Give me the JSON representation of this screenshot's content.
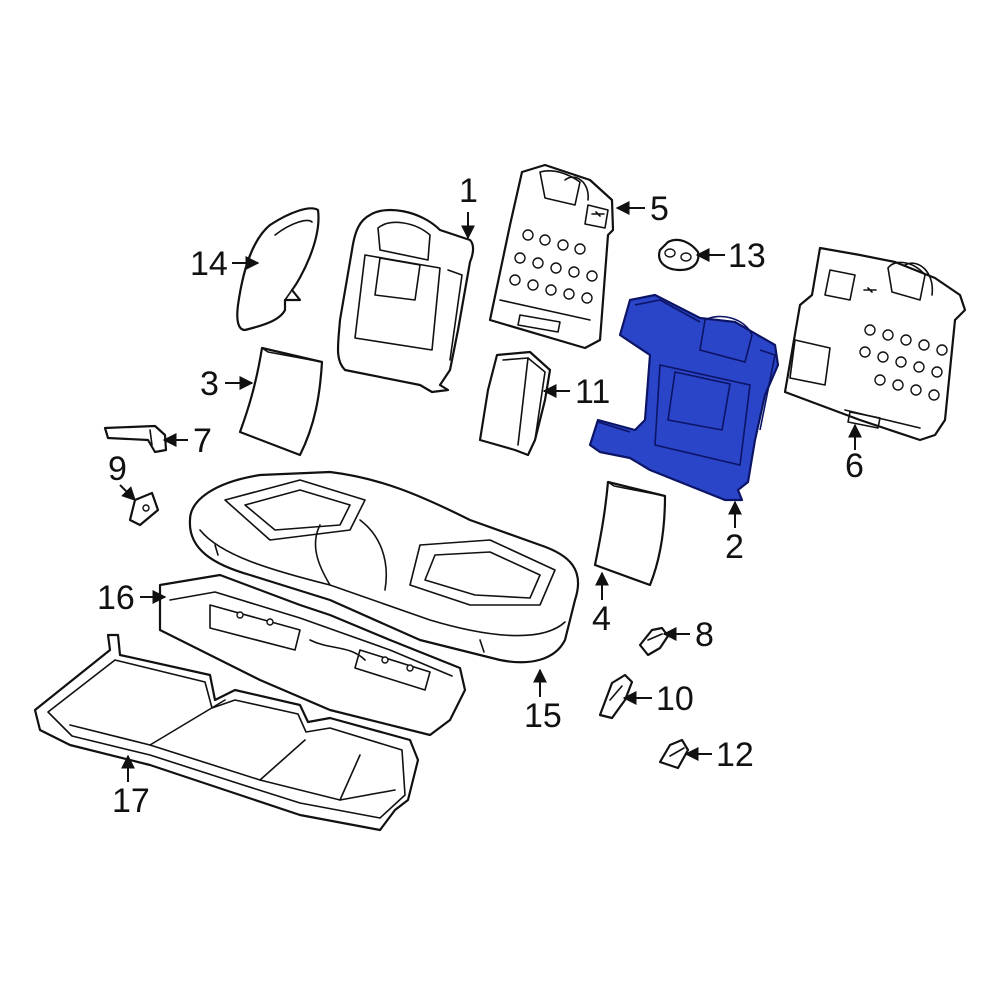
{
  "colors": {
    "line": "#111111",
    "background": "#ffffff",
    "highlight": "#2a45c8",
    "highlight_stroke": "#0c1466"
  },
  "callouts": {
    "c1": "1",
    "c2": "2",
    "c3": "3",
    "c4": "4",
    "c5": "5",
    "c6": "6",
    "c7": "7",
    "c8": "8",
    "c9": "9",
    "c10": "10",
    "c11": "11",
    "c12": "12",
    "c13": "13",
    "c14": "14",
    "c15": "15",
    "c16": "16",
    "c17": "17"
  },
  "highlighted_part": "2"
}
